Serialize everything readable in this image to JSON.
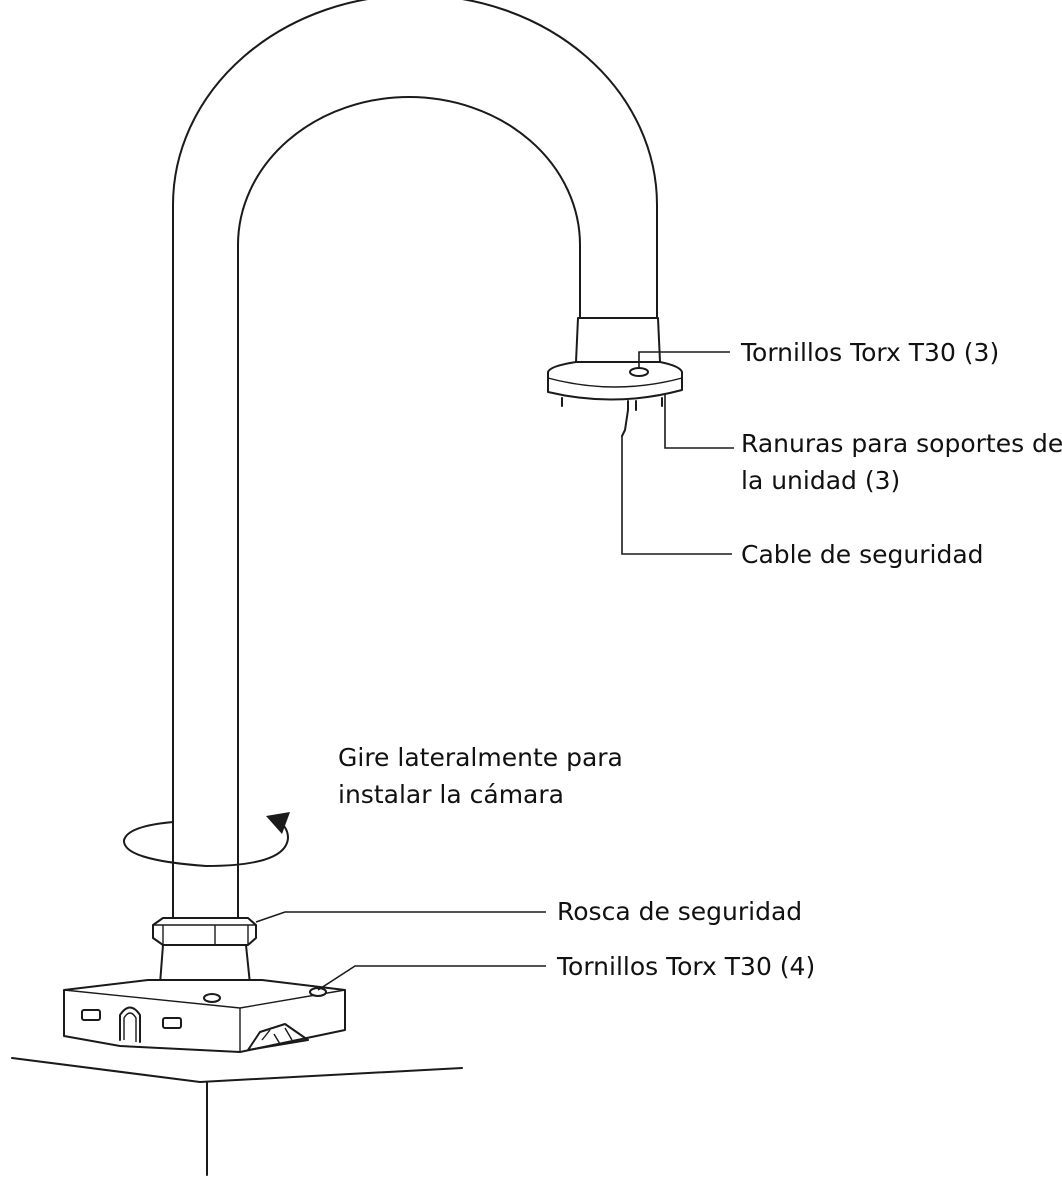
{
  "labels": {
    "screws_top": "Tornillos Torx T30 (3)",
    "slots_line1": "Ranuras para soportes de",
    "slots_line2": "la unidad (3)",
    "safety_cable": "Cable de seguridad",
    "rotate_line1": "Gire lateralmente para",
    "rotate_line2": "instalar la cámara",
    "safety_thread": "Rosca de seguridad",
    "screws_base": "Tornillos Torx T30 (4)"
  }
}
